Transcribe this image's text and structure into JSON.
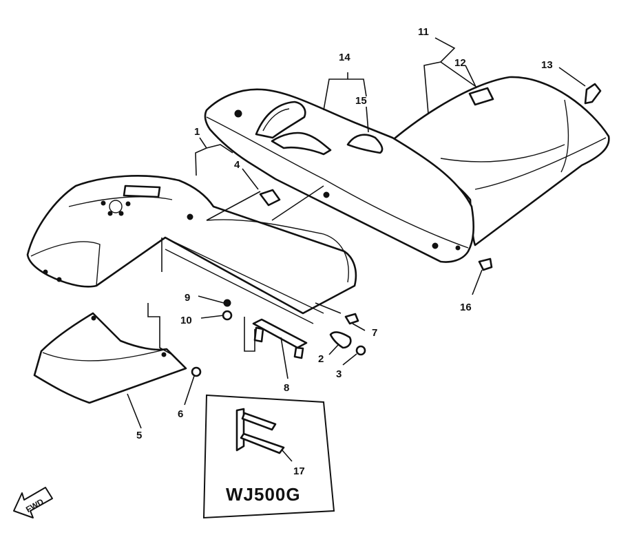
{
  "callouts": [
    {
      "id": "c1",
      "label": "1"
    },
    {
      "id": "c2",
      "label": "2"
    },
    {
      "id": "c3",
      "label": "3"
    },
    {
      "id": "c4",
      "label": "4"
    },
    {
      "id": "c5",
      "label": "5"
    },
    {
      "id": "c6",
      "label": "6"
    },
    {
      "id": "c7",
      "label": "7"
    },
    {
      "id": "c8",
      "label": "8"
    },
    {
      "id": "c9",
      "label": "9"
    },
    {
      "id": "c10",
      "label": "10"
    },
    {
      "id": "c11",
      "label": "11"
    },
    {
      "id": "c12",
      "label": "12"
    },
    {
      "id": "c13",
      "label": "13"
    },
    {
      "id": "c14",
      "label": "14"
    },
    {
      "id": "c15",
      "label": "15"
    },
    {
      "id": "c16",
      "label": "16"
    },
    {
      "id": "c17",
      "label": "17"
    }
  ],
  "inset": {
    "model": "WJ500G"
  },
  "direction": {
    "label": "FWD"
  }
}
